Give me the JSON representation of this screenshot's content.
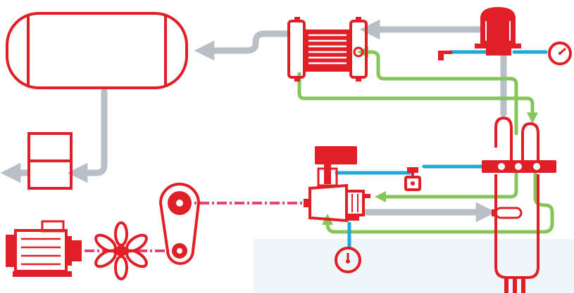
{
  "diagram": {
    "type": "compressed-air-system-schematic",
    "components": [
      {
        "id": "air-receiver-tank",
        "icon": "horizontal-tank-icon"
      },
      {
        "id": "aftercooler",
        "icon": "heat-exchanger-icon"
      },
      {
        "id": "air-filter-housing",
        "icon": "cylinder-housing-icon"
      },
      {
        "id": "pressure-gauge-top",
        "icon": "pressure-gauge-icon"
      },
      {
        "id": "pressure-gauge-bottom",
        "icon": "pressure-gauge-icon"
      },
      {
        "id": "oil-separator-vessel",
        "icon": "separator-tank-icon"
      },
      {
        "id": "air-end-compressor",
        "icon": "screw-compressor-icon"
      },
      {
        "id": "intake-valve",
        "icon": "valve-icon"
      },
      {
        "id": "check-valve",
        "icon": "small-valve-icon"
      },
      {
        "id": "electric-motor",
        "icon": "motor-icon"
      },
      {
        "id": "cooling-fan",
        "icon": "fan-icon"
      },
      {
        "id": "belt-drive",
        "icon": "belt-pulley-icon"
      },
      {
        "id": "dryer",
        "icon": "dryer-box-icon"
      }
    ],
    "line_types": [
      {
        "name": "compressed-air",
        "color": "#b9bfc6"
      },
      {
        "name": "oil-return",
        "color": "#86c55a"
      },
      {
        "name": "control-line",
        "color": "#1ea8dc"
      },
      {
        "name": "drive-link",
        "color": "#e0457b"
      }
    ],
    "colors": {
      "equipment": "#e11f26",
      "air": "#b9bfc6",
      "oil": "#86c55a",
      "control": "#1ea8dc",
      "drive": "#e0457b"
    }
  }
}
